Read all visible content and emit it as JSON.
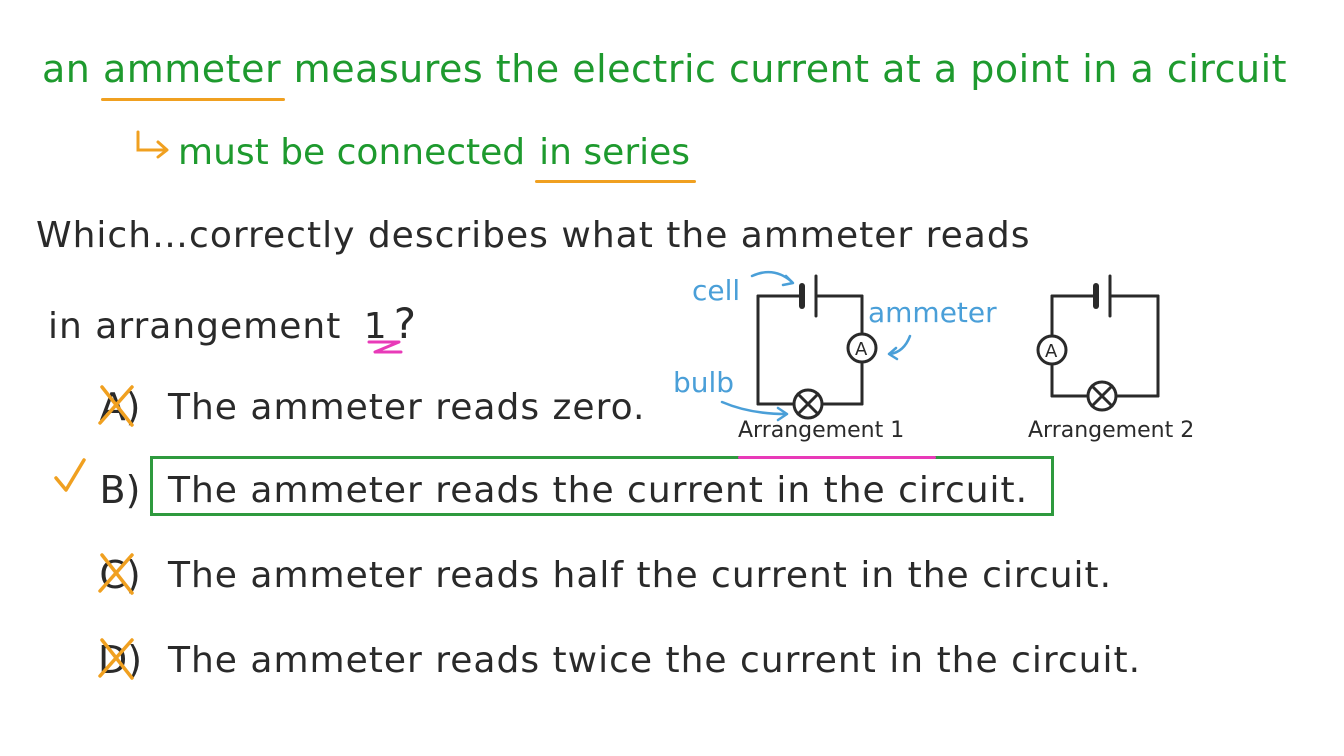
{
  "intro": {
    "term": "ammeter",
    "prefix": "an",
    "rest": "measures the electric current at a point in a circuit"
  },
  "note": {
    "text": "must be connected",
    "emphasis": "in series"
  },
  "question": {
    "line1": "Which…correctly describes what the ammeter reads",
    "line2_prefix": "in arrangement",
    "line2_number": "1",
    "line2_suffix": "?"
  },
  "options": [
    {
      "letter": "A)",
      "text": "The ammeter reads zero.",
      "status": "crossed"
    },
    {
      "letter": "B)",
      "text": "The ammeter reads the current in the circuit.",
      "status": "correct"
    },
    {
      "letter": "C)",
      "text": "The ammeter reads half the current in the circuit.",
      "status": "crossed"
    },
    {
      "letter": "D)",
      "text": "The ammeter reads twice the current in the circuit.",
      "status": "crossed"
    }
  ],
  "diagram": {
    "labels": {
      "cell": "cell",
      "ammeter": "ammeter",
      "bulb": "bulb"
    },
    "arrangement1": "Arrangement 1",
    "arrangement2": "Arrangement 2",
    "ammeter_symbol": "A"
  },
  "colors": {
    "green_text": "#1e9a2e",
    "orange_underline": "#f0a020",
    "blue_annotation": "#4a9fd8",
    "magenta_mark": "#e83ab8",
    "answer_box": "#2e9a3e",
    "cross": "#f0a020"
  }
}
